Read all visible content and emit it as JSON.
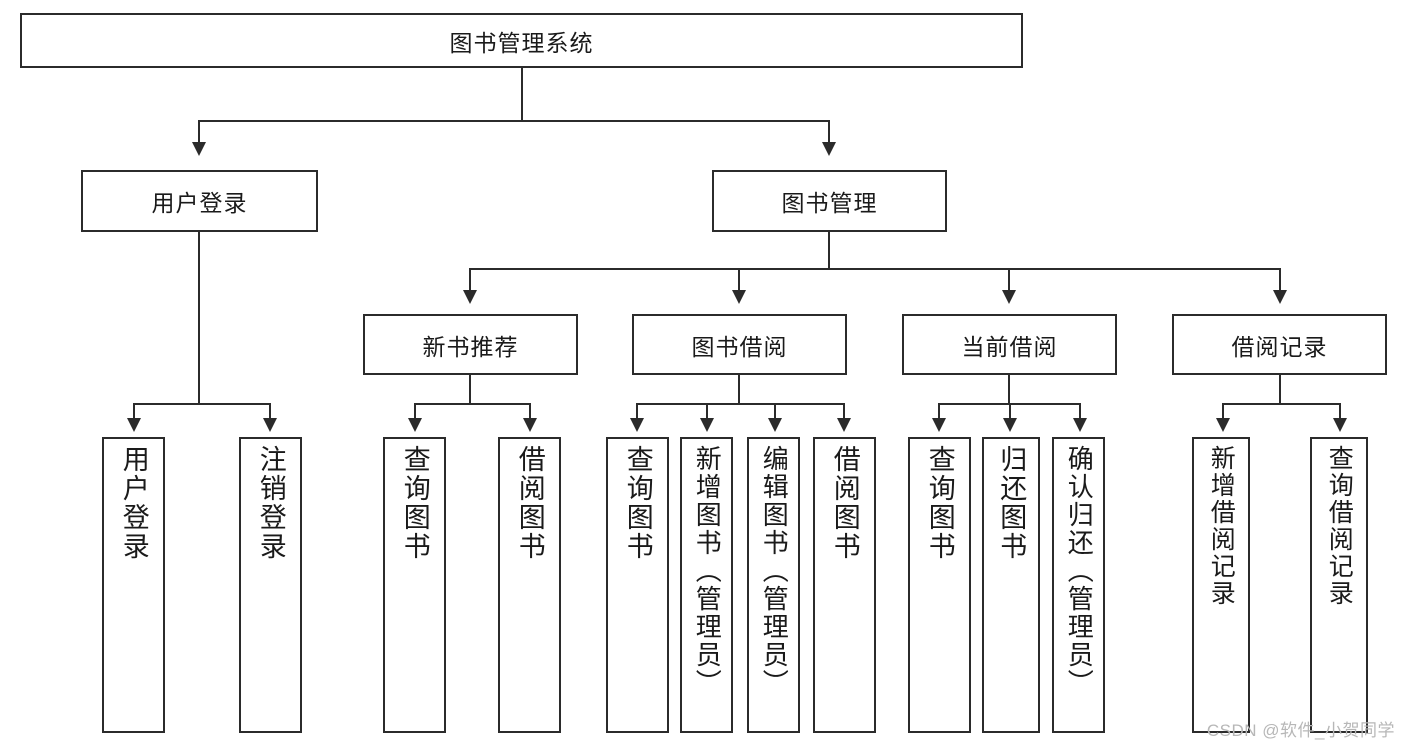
{
  "diagram": {
    "title": "图书管理系统",
    "type": "tree",
    "root": {
      "label": "图书管理系统"
    },
    "level2": [
      {
        "label": "用户登录"
      },
      {
        "label": "图书管理"
      }
    ],
    "level3": [
      {
        "label": "新书推荐"
      },
      {
        "label": "图书借阅"
      },
      {
        "label": "当前借阅"
      },
      {
        "label": "借阅记录"
      }
    ],
    "leaves": {
      "user_login": [
        {
          "label": "用户登录"
        },
        {
          "label": "注销登录"
        }
      ],
      "new_book": [
        {
          "label": "查询图书"
        },
        {
          "label": "借阅图书"
        }
      ],
      "book_borrow": [
        {
          "label": "查询图书"
        },
        {
          "label": "新增图书（管理员）"
        },
        {
          "label": "编辑图书（管理员）"
        },
        {
          "label": "借阅图书"
        }
      ],
      "current_borrow": [
        {
          "label": "查询图书"
        },
        {
          "label": "归还图书"
        },
        {
          "label": "确认归还（管理员）"
        }
      ],
      "borrow_record": [
        {
          "label": "新增借阅记录"
        },
        {
          "label": "查询借阅记录"
        }
      ]
    }
  },
  "watermark": {
    "text": "CSDN @软件_小贺同学"
  },
  "colors": {
    "stroke": "#2b2b2b",
    "background": "#ffffff",
    "text": "#1a1a1a",
    "watermark": "#b7b7b7"
  }
}
